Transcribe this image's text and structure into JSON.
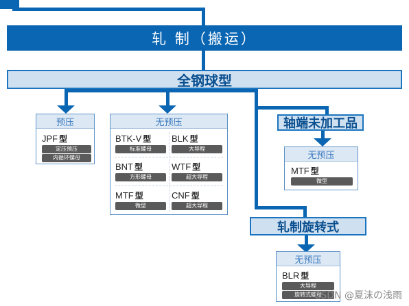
{
  "header": {
    "title": "轧 制（搬运）"
  },
  "all_steel": {
    "label": "全钢球型"
  },
  "panel_left": {
    "title": "预压",
    "items": [
      {
        "name": "JPF",
        "suffix": "型",
        "tags": [
          "定压预压",
          "内循环螺母"
        ]
      }
    ]
  },
  "panel_mid": {
    "title": "无预压",
    "items": [
      {
        "name": "BTK-V",
        "suffix": "型",
        "tags": [
          "标准螺母"
        ]
      },
      {
        "name": "BLK",
        "suffix": "型",
        "tags": [
          "大导程"
        ]
      },
      {
        "name": "BNT",
        "suffix": "型",
        "tags": [
          "方形螺母"
        ]
      },
      {
        "name": "WTF",
        "suffix": "型",
        "tags": [
          "超大导程"
        ]
      },
      {
        "name": "MTF",
        "suffix": "型",
        "tags": [
          "微型"
        ]
      },
      {
        "name": "CNF",
        "suffix": "型",
        "tags": [
          "超大导程"
        ]
      }
    ]
  },
  "shaft_end": {
    "label": "轴端未加工品",
    "panel": {
      "title": "无预压",
      "items": [
        {
          "name": "MTF",
          "suffix": "型",
          "tags": [
            "微型"
          ]
        }
      ]
    }
  },
  "rolled_rotary": {
    "label": "轧制旋转式",
    "panel": {
      "title": "无预压",
      "items": [
        {
          "name": "BLR",
          "suffix": "型",
          "tags": [
            "大导程",
            "旋转式螺母"
          ]
        }
      ]
    }
  },
  "watermark": "CSDN @夏沫の浅雨",
  "colors": {
    "primary": "#0a66b3",
    "label_fill": "#cfe0f1",
    "panel_header": "#dce8f4",
    "tag": "#5a5a5a"
  }
}
